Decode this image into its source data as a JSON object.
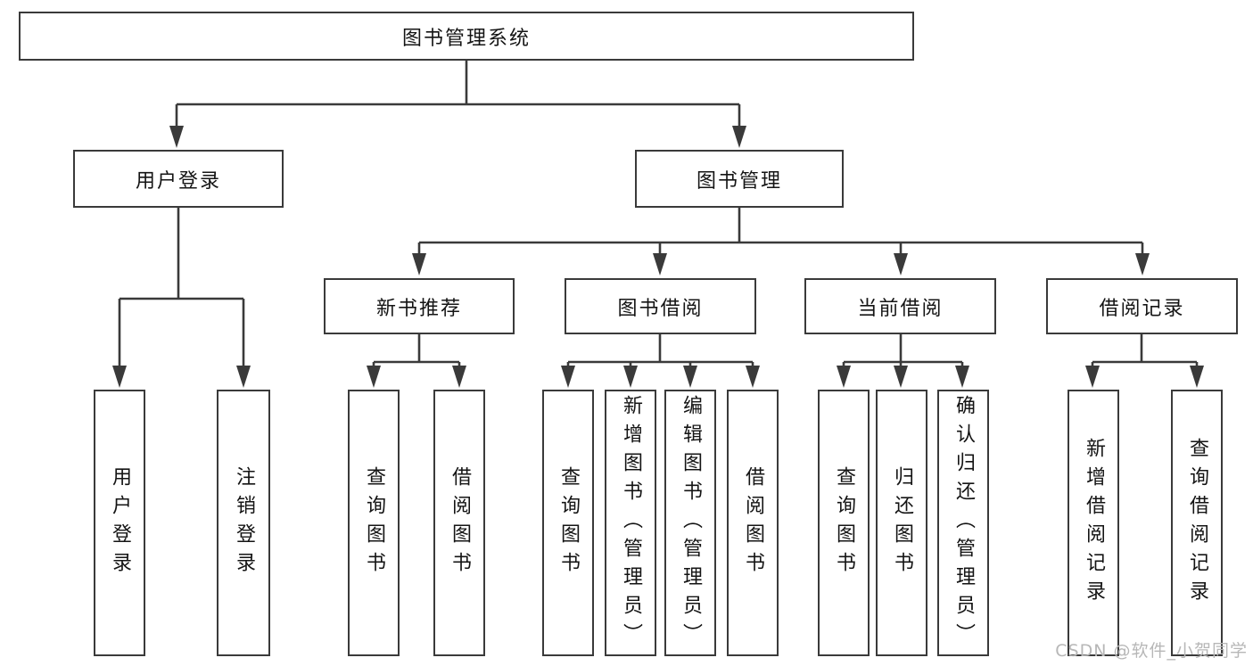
{
  "diagram": {
    "root": {
      "label": "图书管理系统"
    },
    "branches": {
      "user_login": {
        "label": "用户登录",
        "children": {
          "login": {
            "label": "用户登录"
          },
          "logout": {
            "label": "注销登录"
          }
        }
      },
      "book_management": {
        "label": "图书管理",
        "children": {
          "new_book_recommend": {
            "label": "新书推荐",
            "children": {
              "query_book": {
                "label": "查询图书"
              },
              "borrow_book": {
                "label": "借阅图书"
              }
            }
          },
          "book_borrow": {
            "label": "图书借阅",
            "children": {
              "query_book": {
                "label": "查询图书"
              },
              "add_book": {
                "label": "新增图书（管理员）"
              },
              "edit_book": {
                "label": "编辑图书（管理员）"
              },
              "borrow_book": {
                "label": "借阅图书"
              }
            }
          },
          "current_borrow": {
            "label": "当前借阅",
            "children": {
              "query_book": {
                "label": "查询图书"
              },
              "return_book": {
                "label": "归还图书"
              },
              "confirm_return": {
                "label": "确认归还（管理员）"
              }
            }
          },
          "borrow_record": {
            "label": "借阅记录",
            "children": {
              "add_record": {
                "label": "新增借阅记录"
              },
              "query_record": {
                "label": "查询借阅记录"
              }
            }
          }
        }
      }
    }
  },
  "watermark": {
    "text": "CSDN @软件_小贺同学"
  },
  "colors": {
    "line": "#3a3a3a",
    "text": "#141414",
    "bg": "#ffffff",
    "watermark": "#b7b7b7"
  }
}
